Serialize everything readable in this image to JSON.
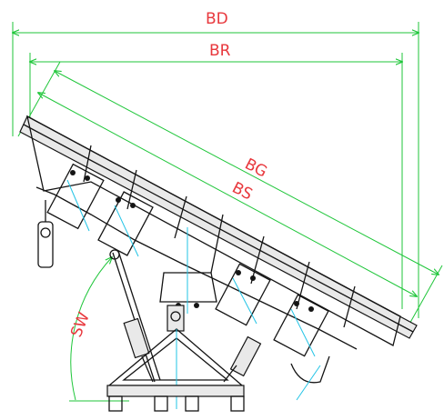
{
  "labels": {
    "bd": "BD",
    "br": "BR",
    "bg": "BG",
    "bs": "BS",
    "sw": "SW"
  },
  "colors": {
    "dimension_line": "#1fc63a",
    "dimension_text": "#e8383d",
    "outline": "#141414",
    "centerline": "#22c4e6"
  }
}
